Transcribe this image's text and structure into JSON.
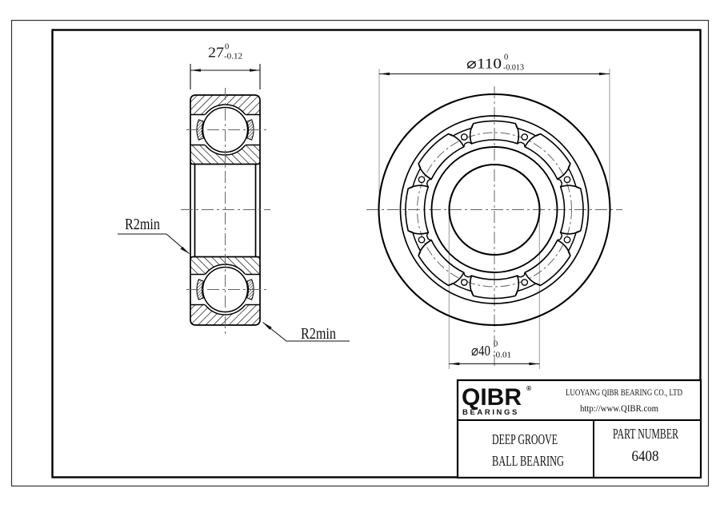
{
  "dimensions": {
    "width": {
      "value": "27",
      "tol_upper": "0",
      "tol_lower": "-0.12"
    },
    "outer_diameter": {
      "value": "⌀110",
      "tol_upper": "0",
      "tol_lower": "-0.013"
    },
    "bore_diameter": {
      "value": "⌀40",
      "tol_upper": "0",
      "tol_lower": "-0.01"
    },
    "fillet_left": "R2min",
    "fillet_right": "R2min"
  },
  "title_block": {
    "logo_text": "QIBR",
    "logo_registered": "®",
    "logo_subtext": "BEARINGS",
    "company": "LUOYANG QIBR BEARING CO., LTD",
    "website": "http://www.QIBR.com",
    "product_line1": "DEEP GROOVE",
    "product_line2": "BALL BEARING",
    "part_number_label": "PART NUMBER",
    "part_number": "6408"
  },
  "front_view": {
    "ball_count": 8,
    "rivet_count": 8
  },
  "colors": {
    "line": "#000000",
    "thin": "#111111",
    "center": "#666666",
    "ext": "#999999",
    "bg": "#ffffff"
  }
}
